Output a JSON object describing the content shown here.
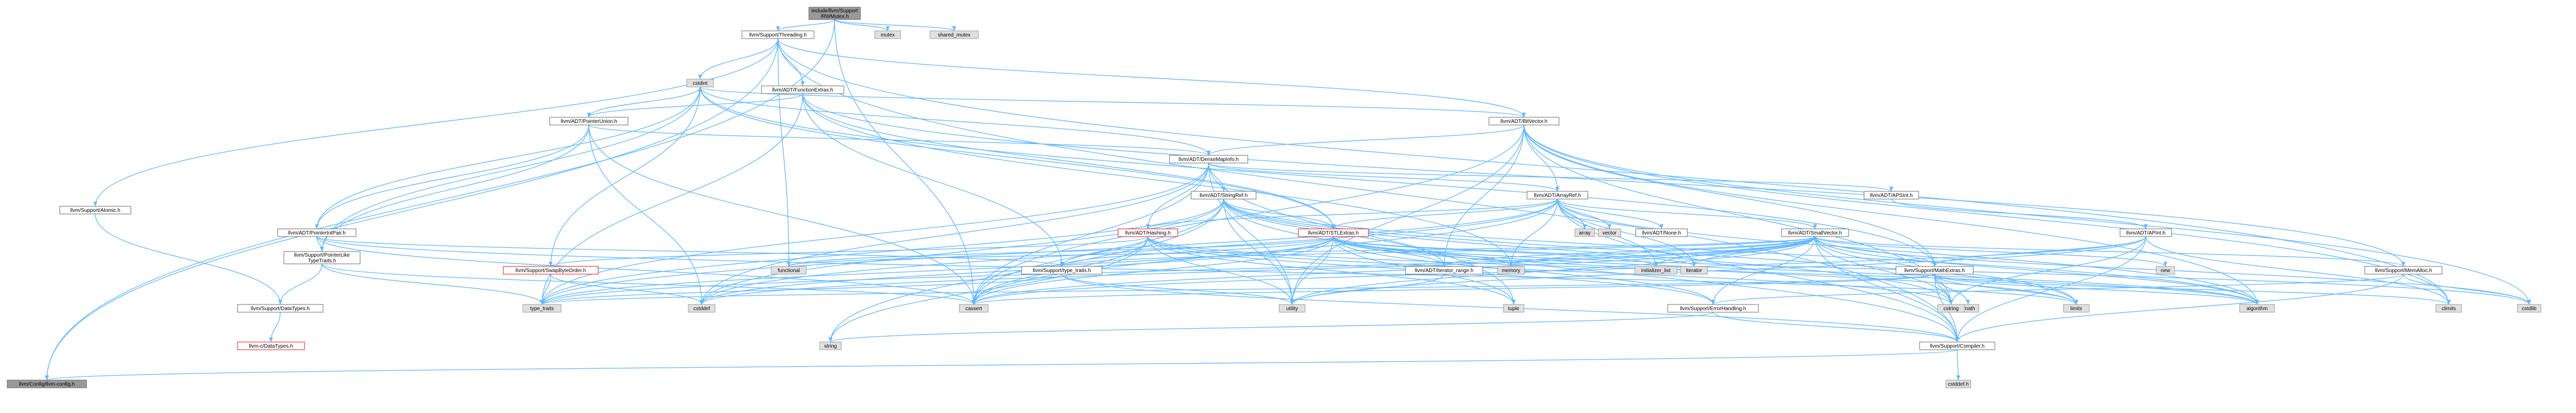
{
  "colors": {
    "edge": "#63b8ff",
    "highlight_fill": "#999999",
    "local_fill": "#ffffff",
    "system_fill": "#e0e0e0",
    "local_border": "#666666",
    "system_border": "#999999",
    "red_border": "#ff0000"
  },
  "nodes": [
    {
      "id": "root",
      "lines": [
        "include/llvm/Support",
        "/RWMutex.h"
      ],
      "style": "highlight"
    },
    {
      "id": "threading",
      "lines": [
        "llvm/Support/Threading.h"
      ],
      "style": "local"
    },
    {
      "id": "mutex",
      "lines": [
        "mutex"
      ],
      "style": "system"
    },
    {
      "id": "shared_mutex",
      "lines": [
        "shared_mutex"
      ],
      "style": "system"
    },
    {
      "id": "cstdint",
      "lines": [
        "cstdint"
      ],
      "style": "system"
    },
    {
      "id": "functionextras",
      "lines": [
        "llvm/ADT/FunctionExtras.h"
      ],
      "style": "local"
    },
    {
      "id": "bitvector",
      "lines": [
        "llvm/ADT/BitVector.h"
      ],
      "style": "local"
    },
    {
      "id": "atomic",
      "lines": [
        "llvm/Support/Atomic.h"
      ],
      "style": "local"
    },
    {
      "id": "pointerunion",
      "lines": [
        "llvm/ADT/PointerUnion.h"
      ],
      "style": "local"
    },
    {
      "id": "densemapinfo",
      "lines": [
        "llvm/ADT/DenseMapInfo.h"
      ],
      "style": "local"
    },
    {
      "id": "arrayref",
      "lines": [
        "llvm/ADT/ArrayRef.h"
      ],
      "style": "local"
    },
    {
      "id": "stringref",
      "lines": [
        "llvm/ADT/StringRef.h"
      ],
      "style": "local"
    },
    {
      "id": "apsint",
      "lines": [
        "llvm/ADT/APSInt.h"
      ],
      "style": "local"
    },
    {
      "id": "apint",
      "lines": [
        "llvm/ADT/APInt.h"
      ],
      "style": "local"
    },
    {
      "id": "pointerintpair",
      "lines": [
        "llvm/ADT/PointerIntPair.h"
      ],
      "style": "local"
    },
    {
      "id": "hashing",
      "lines": [
        "llvm/ADT/Hashing.h"
      ],
      "style": "red"
    },
    {
      "id": "stlextras",
      "lines": [
        "llvm/ADT/STLExtras.h"
      ],
      "style": "red"
    },
    {
      "id": "array",
      "lines": [
        "array"
      ],
      "style": "system"
    },
    {
      "id": "vector",
      "lines": [
        "vector"
      ],
      "style": "system"
    },
    {
      "id": "none",
      "lines": [
        "llvm/ADT/None.h"
      ],
      "style": "local"
    },
    {
      "id": "smallvector",
      "lines": [
        "llvm/ADT/SmallVector.h"
      ],
      "style": "local"
    },
    {
      "id": "pointerliketypetraits",
      "lines": [
        "llvm/Support/PointerLike",
        "TypeTraits.h"
      ],
      "style": "local"
    },
    {
      "id": "swapbyteorder",
      "lines": [
        "llvm/Support/SwapByteOrder.h"
      ],
      "style": "red"
    },
    {
      "id": "functional",
      "lines": [
        "functional"
      ],
      "style": "system"
    },
    {
      "id": "supporttypetraits",
      "lines": [
        "llvm/Support/type_traits.h"
      ],
      "style": "local"
    },
    {
      "id": "iteratorrange",
      "lines": [
        "llvm/ADT/iterator_range.h"
      ],
      "style": "local"
    },
    {
      "id": "memory",
      "lines": [
        "memory"
      ],
      "style": "system"
    },
    {
      "id": "initializer_list",
      "lines": [
        "initializer_list"
      ],
      "style": "system"
    },
    {
      "id": "iterator",
      "lines": [
        "iterator"
      ],
      "style": "system"
    },
    {
      "id": "mathextras",
      "lines": [
        "llvm/Support/MathExtras.h"
      ],
      "style": "local"
    },
    {
      "id": "new",
      "lines": [
        "new"
      ],
      "style": "system"
    },
    {
      "id": "memalloc",
      "lines": [
        "llvm/Support/MemAlloc.h"
      ],
      "style": "local"
    },
    {
      "id": "datatypes",
      "lines": [
        "llvm/Support/DataTypes.h"
      ],
      "style": "local"
    },
    {
      "id": "cdatatypes",
      "lines": [
        "llvm-c/DataTypes.h"
      ],
      "style": "red"
    },
    {
      "id": "cstddef",
      "lines": [
        "cstddef"
      ],
      "style": "system"
    },
    {
      "id": "type_traits",
      "lines": [
        "type_traits"
      ],
      "style": "system"
    },
    {
      "id": "cassert",
      "lines": [
        "cassert"
      ],
      "style": "system"
    },
    {
      "id": "climits",
      "lines": [
        "climits"
      ],
      "style": "system"
    },
    {
      "id": "utility",
      "lines": [
        "utility"
      ],
      "style": "system"
    },
    {
      "id": "tuple",
      "lines": [
        "tuple"
      ],
      "style": "system"
    },
    {
      "id": "cmath",
      "lines": [
        "cmath"
      ],
      "style": "system"
    },
    {
      "id": "algorithm",
      "lines": [
        "algorithm"
      ],
      "style": "system"
    },
    {
      "id": "cstdlib",
      "lines": [
        "cstdlib"
      ],
      "style": "system"
    },
    {
      "id": "errorhandling",
      "lines": [
        "llvm/Support/ErrorHandling.h"
      ],
      "style": "local"
    },
    {
      "id": "cstring",
      "lines": [
        "cstring"
      ],
      "style": "system"
    },
    {
      "id": "string",
      "lines": [
        "string"
      ],
      "style": "system"
    },
    {
      "id": "compiler",
      "lines": [
        "llvm/Support/Compiler.h"
      ],
      "style": "local"
    },
    {
      "id": "config",
      "lines": [
        "llvm/Config/llvm-config.h"
      ],
      "style": "highlight"
    },
    {
      "id": "cstddefh",
      "lines": [
        "cstddef.h"
      ],
      "style": "system"
    }
  ],
  "edges": [
    [
      "root",
      "threading"
    ],
    [
      "root",
      "mutex"
    ],
    [
      "root",
      "shared_mutex"
    ],
    [
      "root",
      "config"
    ],
    [
      "root",
      "cassert"
    ],
    [
      "threading",
      "cstdint"
    ],
    [
      "threading",
      "functionextras"
    ],
    [
      "threading",
      "bitvector"
    ],
    [
      "threading",
      "atomic"
    ],
    [
      "threading",
      "config"
    ],
    [
      "threading",
      "compiler"
    ],
    [
      "threading",
      "climits"
    ],
    [
      "threading",
      "functional"
    ],
    [
      "functionextras",
      "pointerunion"
    ],
    [
      "functionextras",
      "stlextras"
    ],
    [
      "functionextras",
      "supporttypetraits"
    ],
    [
      "functionextras",
      "memalloc"
    ],
    [
      "functionextras",
      "memory"
    ],
    [
      "functionextras",
      "type_traits"
    ],
    [
      "bitvector",
      "densemapinfo"
    ],
    [
      "bitvector",
      "iteratorrange"
    ],
    [
      "bitvector",
      "mathextras"
    ],
    [
      "bitvector",
      "arrayref"
    ],
    [
      "bitvector",
      "algorithm"
    ],
    [
      "bitvector",
      "cassert"
    ],
    [
      "bitvector",
      "climits"
    ],
    [
      "bitvector",
      "cstdint"
    ],
    [
      "bitvector",
      "cstdlib"
    ],
    [
      "bitvector",
      "cstring"
    ],
    [
      "bitvector",
      "utility"
    ],
    [
      "atomic",
      "datatypes"
    ],
    [
      "pointerunion",
      "densemapinfo"
    ],
    [
      "pointerunion",
      "pointerintpair"
    ],
    [
      "pointerunion",
      "pointerliketypetraits"
    ],
    [
      "pointerunion",
      "cassert"
    ],
    [
      "pointerunion",
      "cstddef"
    ],
    [
      "pointerunion",
      "cstdint"
    ],
    [
      "densemapinfo",
      "apsint"
    ],
    [
      "densemapinfo",
      "hashing"
    ],
    [
      "densemapinfo",
      "stringref"
    ],
    [
      "densemapinfo",
      "arrayref"
    ],
    [
      "densemapinfo",
      "cassert"
    ],
    [
      "densemapinfo",
      "cstddef"
    ],
    [
      "densemapinfo",
      "cstdint"
    ],
    [
      "densemapinfo",
      "tuple"
    ],
    [
      "densemapinfo",
      "type_traits"
    ],
    [
      "densemapinfo",
      "utility"
    ],
    [
      "apsint",
      "apint"
    ],
    [
      "apint",
      "mathextras"
    ],
    [
      "apint",
      "compiler"
    ],
    [
      "apint",
      "cassert"
    ],
    [
      "apint",
      "climits"
    ],
    [
      "apint",
      "cstring"
    ],
    [
      "apint",
      "utility"
    ],
    [
      "arrayref",
      "hashing"
    ],
    [
      "arrayref",
      "none"
    ],
    [
      "arrayref",
      "smallvector"
    ],
    [
      "arrayref",
      "stlextras"
    ],
    [
      "arrayref",
      "compiler"
    ],
    [
      "arrayref",
      "algorithm"
    ],
    [
      "arrayref",
      "array"
    ],
    [
      "arrayref",
      "cassert"
    ],
    [
      "arrayref",
      "cstddef"
    ],
    [
      "arrayref",
      "initializer_list"
    ],
    [
      "arrayref",
      "iterator"
    ],
    [
      "arrayref",
      "memory"
    ],
    [
      "arrayref",
      "type_traits"
    ],
    [
      "arrayref",
      "vector"
    ],
    [
      "stringref",
      "stlextras"
    ],
    [
      "stringref",
      "iteratorrange"
    ],
    [
      "stringref",
      "compiler"
    ],
    [
      "stringref",
      "algorithm"
    ],
    [
      "stringref",
      "cassert"
    ],
    [
      "stringref",
      "cstddef"
    ],
    [
      "stringref",
      "cstring"
    ],
    [
      "stringref",
      "limits"
    ],
    [
      "stringref",
      "string"
    ],
    [
      "stringref",
      "type_traits"
    ],
    [
      "stringref",
      "utility"
    ],
    [
      "pointerintpair",
      "pointerliketypetraits"
    ],
    [
      "pointerintpair",
      "supporttypetraits"
    ],
    [
      "pointerintpair",
      "cassert"
    ],
    [
      "pointerintpair",
      "cstdint"
    ],
    [
      "pointerintpair",
      "limits"
    ],
    [
      "hashing",
      "errorhandling"
    ],
    [
      "hashing",
      "swapbyteorder"
    ],
    [
      "hashing",
      "supporttypetraits"
    ],
    [
      "hashing",
      "algorithm"
    ],
    [
      "hashing",
      "cassert"
    ],
    [
      "hashing",
      "cstring"
    ],
    [
      "hashing",
      "string"
    ],
    [
      "hashing",
      "tuple"
    ],
    [
      "hashing",
      "utility"
    ],
    [
      "stlextras",
      "iteratorrange"
    ],
    [
      "stlextras",
      "supporttypetraits"
    ],
    [
      "stlextras",
      "errorhandling"
    ],
    [
      "stlextras",
      "algorithm"
    ],
    [
      "stlextras",
      "cassert"
    ],
    [
      "stlextras",
      "cstddef"
    ],
    [
      "stlextras",
      "cstdint"
    ],
    [
      "stlextras",
      "cstdlib"
    ],
    [
      "stlextras",
      "functional"
    ],
    [
      "stlextras",
      "initializer_list"
    ],
    [
      "stlextras",
      "iterator"
    ],
    [
      "stlextras",
      "limits"
    ],
    [
      "stlextras",
      "memory"
    ],
    [
      "stlextras",
      "tuple"
    ],
    [
      "stlextras",
      "type_traits"
    ],
    [
      "stlextras",
      "utility"
    ],
    [
      "smallvector",
      "compiler"
    ],
    [
      "smallvector",
      "errorhandling"
    ],
    [
      "smallvector",
      "mathextras"
    ],
    [
      "smallvector",
      "memalloc"
    ],
    [
      "smallvector",
      "supporttypetraits"
    ],
    [
      "smallvector",
      "iteratorrange"
    ],
    [
      "smallvector",
      "algorithm"
    ],
    [
      "smallvector",
      "cassert"
    ],
    [
      "smallvector",
      "cstddef"
    ],
    [
      "smallvector",
      "cstdlib"
    ],
    [
      "smallvector",
      "cstring"
    ],
    [
      "smallvector",
      "functional"
    ],
    [
      "smallvector",
      "initializer_list"
    ],
    [
      "smallvector",
      "iterator"
    ],
    [
      "smallvector",
      "limits"
    ],
    [
      "smallvector",
      "memory"
    ],
    [
      "smallvector",
      "new"
    ],
    [
      "smallvector",
      "type_traits"
    ],
    [
      "smallvector",
      "utility"
    ],
    [
      "pointerliketypetraits",
      "datatypes"
    ],
    [
      "pointerliketypetraits",
      "cassert"
    ],
    [
      "pointerliketypetraits",
      "cstdint"
    ],
    [
      "pointerliketypetraits",
      "type_traits"
    ],
    [
      "swapbyteorder",
      "cstddef"
    ],
    [
      "swapbyteorder",
      "cstdint"
    ],
    [
      "swapbyteorder",
      "type_traits"
    ],
    [
      "supporttypetraits",
      "compiler"
    ],
    [
      "supporttypetraits",
      "type_traits"
    ],
    [
      "supporttypetraits",
      "utility"
    ],
    [
      "iteratorrange",
      "utility"
    ],
    [
      "mathextras",
      "compiler"
    ],
    [
      "mathextras",
      "algorithm"
    ],
    [
      "mathextras",
      "cassert"
    ],
    [
      "mathextras",
      "climits"
    ],
    [
      "mathextras",
      "cmath"
    ],
    [
      "mathextras",
      "cstdint"
    ],
    [
      "mathextras",
      "cstring"
    ],
    [
      "mathextras",
      "limits"
    ],
    [
      "mathextras",
      "type_traits"
    ],
    [
      "memalloc",
      "compiler"
    ],
    [
      "memalloc",
      "errorhandling"
    ],
    [
      "memalloc",
      "cstdlib"
    ],
    [
      "datatypes",
      "cdatatypes"
    ],
    [
      "errorhandling",
      "compiler"
    ],
    [
      "errorhandling",
      "string"
    ],
    [
      "compiler",
      "config"
    ],
    [
      "compiler",
      "cstddefh"
    ]
  ],
  "extra_nodes": [
    {
      "id": "limits",
      "lines": [
        "limits"
      ],
      "style": "system"
    }
  ]
}
